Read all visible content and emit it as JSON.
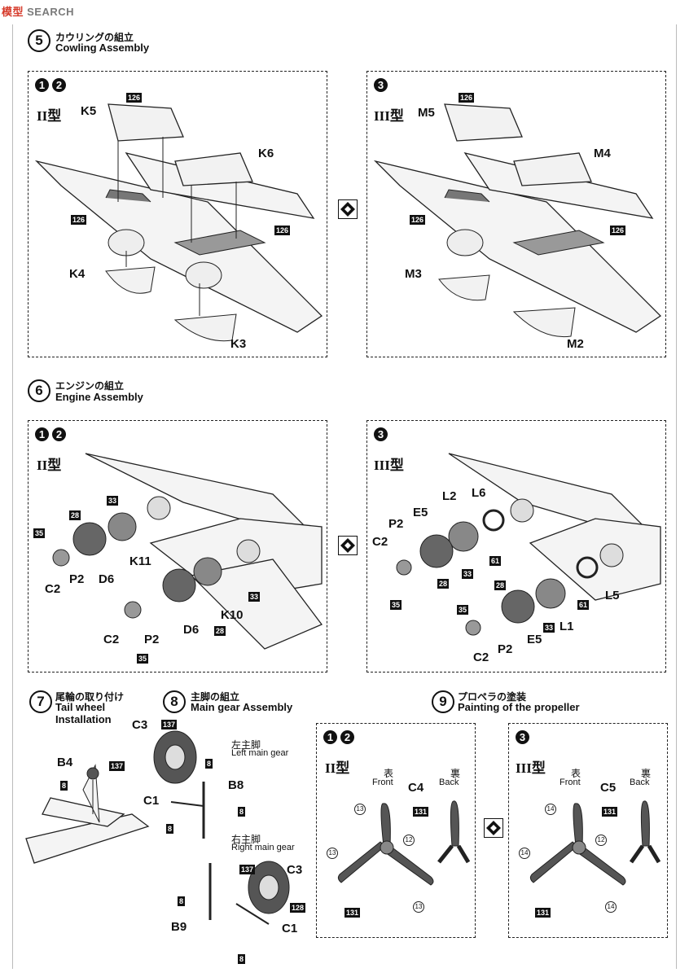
{
  "watermark": {
    "prefix": "模型",
    "suffix": "SEARCH"
  },
  "step5": {
    "num": "5",
    "jp": "カウリングの組立",
    "en": "Cowling Assembly",
    "left": {
      "badges": [
        "1",
        "2"
      ],
      "type": "II型",
      "parts": [
        "K5",
        "K6",
        "K4",
        "K3"
      ],
      "paint": [
        "126",
        "126",
        "126"
      ]
    },
    "right": {
      "badges": [
        "3"
      ],
      "type": "III型",
      "parts": [
        "M5",
        "M4",
        "M3",
        "M2"
      ],
      "paint": [
        "126",
        "126",
        "126"
      ]
    }
  },
  "step6": {
    "num": "6",
    "jp": "エンジンの組立",
    "en": "Engine Assembly",
    "left": {
      "badges": [
        "1",
        "2"
      ],
      "type": "II型",
      "parts": [
        "C2",
        "P2",
        "D6",
        "K11",
        "K10",
        "D6",
        "C2",
        "P2"
      ],
      "paint": [
        "35",
        "28",
        "33",
        "33",
        "28",
        "35"
      ]
    },
    "right": {
      "badges": [
        "3"
      ],
      "type": "III型",
      "parts": [
        "L2",
        "L6",
        "E5",
        "P2",
        "C2",
        "L5",
        "L1",
        "E5",
        "C2",
        "P2"
      ],
      "paint": [
        "61",
        "33",
        "28",
        "35",
        "28",
        "61",
        "33",
        "35"
      ]
    }
  },
  "step7": {
    "num": "7",
    "jp": "尾輪の取り付け",
    "en1": "Tail wheel",
    "en2": "Installation",
    "parts": [
      "B4",
      "8"
    ],
    "paint": "137"
  },
  "step8": {
    "num": "8",
    "jp": "主脚の組立",
    "en": "Main gear Assembly",
    "left_jp": "左主脚",
    "left_en": "Left main gear",
    "right_jp": "右主脚",
    "right_en": "Right main gear",
    "parts_left": [
      "C3",
      "B8",
      "C1"
    ],
    "parts_right": [
      "C3",
      "B9",
      "C1"
    ],
    "paint": [
      "137",
      "8",
      "8",
      "8",
      "137",
      "128",
      "8",
      "8"
    ]
  },
  "step9": {
    "num": "9",
    "jp": "プロペラの塗装",
    "en": "Painting of the propeller",
    "left": {
      "badges": [
        "1",
        "2"
      ],
      "type": "II型",
      "front_jp": "表",
      "front_en": "Front",
      "back_jp": "裏",
      "back_en": "Back",
      "part": "C4",
      "paint_back": "131",
      "marks": [
        "13",
        "12",
        "13",
        "13",
        "131"
      ]
    },
    "right": {
      "badges": [
        "3"
      ],
      "type": "III型",
      "front_jp": "表",
      "front_en": "Front",
      "back_jp": "裏",
      "back_en": "Back",
      "part": "C5",
      "paint_back": "131",
      "marks": [
        "14",
        "12",
        "14",
        "14",
        "131"
      ]
    }
  }
}
